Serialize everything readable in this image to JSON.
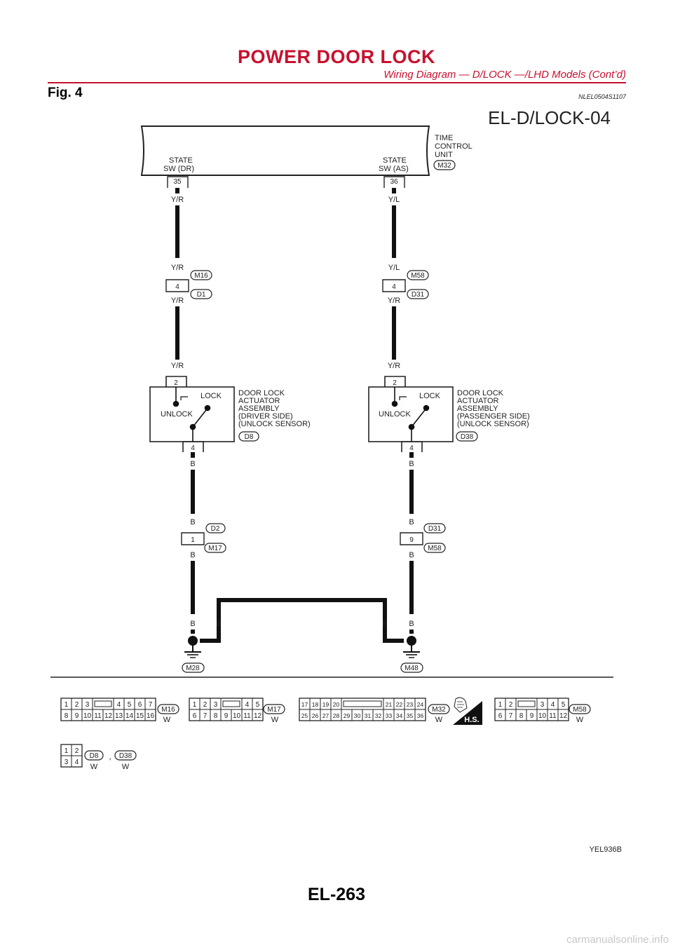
{
  "header": {
    "title": "POWER DOOR LOCK",
    "subtitle": "Wiring Diagram — D/LOCK —/LHD Models (Cont’d)"
  },
  "figure": {
    "label": "Fig. 4",
    "code": "NLEL0504S1107",
    "diagram_id": "EL-D/LOCK-04",
    "ref": "YEL936B"
  },
  "diagram": {
    "tcu": {
      "name_l1": "TIME",
      "name_l2": "CONTROL",
      "name_l3": "UNIT",
      "connector": "M32",
      "sw_dr_l1": "STATE",
      "sw_dr_l2": "SW (DR)",
      "sw_as_l1": "STATE",
      "sw_as_l2": "SW (AS)",
      "pin_dr": "35",
      "pin_as": "36"
    },
    "wires": {
      "yr": "Y/R",
      "yl": "Y/L",
      "b": "B"
    },
    "joints": {
      "left_pin": "4",
      "left_conn_top": "M16",
      "left_conn_bottom": "D1",
      "right_pin": "4",
      "right_conn_top": "M58",
      "right_conn_bottom": "D31"
    },
    "actuators": {
      "pin_top": "2",
      "pin_bottom": "4",
      "lock": "LOCK",
      "unlock": "UNLOCK",
      "left_l1": "DOOR LOCK",
      "left_l2": "ACTUATOR",
      "left_l3": "ASSEMBLY",
      "left_l4": "(DRIVER SIDE)",
      "left_l5": "(UNLOCK SENSOR)",
      "left_conn": "D8",
      "right_l1": "DOOR LOCK",
      "right_l2": "ACTUATOR",
      "right_l3": "ASSEMBLY",
      "right_l4": "(PASSENGER SIDE)",
      "right_l5": "(UNLOCK SENSOR)",
      "right_conn": "D38"
    },
    "lower_joints": {
      "left_pin": "1",
      "left_conn_top": "D2",
      "left_conn_bottom": "M17",
      "right_pin": "9",
      "right_conn_top": "D31",
      "right_conn_bottom": "M58"
    },
    "grounds": {
      "left": "M28",
      "right": "M48"
    }
  },
  "connector_views": {
    "m16": {
      "name": "M16",
      "color": "W",
      "row1": [
        "1",
        "2",
        "3",
        "4",
        "5",
        "6",
        "7"
      ],
      "row2": [
        "8",
        "9",
        "10",
        "11",
        "12",
        "13",
        "14",
        "15",
        "16"
      ]
    },
    "m17": {
      "name": "M17",
      "color": "W",
      "row1": [
        "1",
        "2",
        "3",
        "4",
        "5"
      ],
      "row2": [
        "6",
        "7",
        "8",
        "9",
        "10",
        "11",
        "12"
      ]
    },
    "m32": {
      "name": "M32",
      "color": "W",
      "row1": [
        "17",
        "18",
        "19",
        "20",
        "21",
        "22",
        "23",
        "24"
      ],
      "row2": [
        "25",
        "26",
        "27",
        "28",
        "29",
        "30",
        "31",
        "32",
        "33",
        "34",
        "35",
        "36"
      ],
      "hs": "H.S."
    },
    "m58": {
      "name": "M58",
      "color": "W",
      "row1": [
        "1",
        "2",
        "3",
        "4",
        "5"
      ],
      "row2": [
        "6",
        "7",
        "8",
        "9",
        "10",
        "11",
        "12"
      ]
    },
    "d8": {
      "name": "D8",
      "color": "W",
      "row1": [
        "1",
        "2"
      ],
      "row2": [
        "3",
        "4"
      ]
    },
    "d38": {
      "name": "D38",
      "color": "W",
      "sep": ","
    }
  },
  "footer": {
    "page": "EL-263",
    "watermark": "carmanualsonline.info"
  }
}
